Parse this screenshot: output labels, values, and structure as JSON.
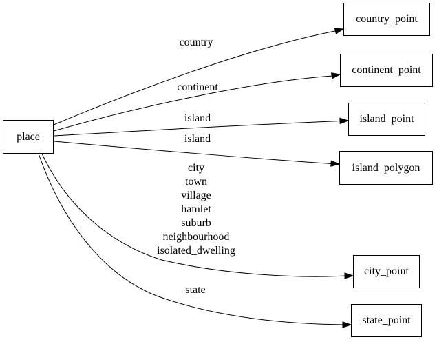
{
  "diagram": {
    "type": "directed-graph",
    "colors": {
      "background": "#ffffff",
      "node_border": "#000000",
      "node_fill": "#ffffff",
      "edge": "#000000",
      "text": "#000000"
    },
    "nodes": [
      {
        "id": "place",
        "label": "place"
      },
      {
        "id": "country_point",
        "label": "country_point"
      },
      {
        "id": "continent_point",
        "label": "continent_point"
      },
      {
        "id": "island_point",
        "label": "island_point"
      },
      {
        "id": "island_polygon",
        "label": "island_polygon"
      },
      {
        "id": "city_point",
        "label": "city_point"
      },
      {
        "id": "state_point",
        "label": "state_point"
      }
    ],
    "edges": [
      {
        "from": "place",
        "to": "country_point",
        "label": "country"
      },
      {
        "from": "place",
        "to": "continent_point",
        "label": "continent"
      },
      {
        "from": "place",
        "to": "island_point",
        "label": "island"
      },
      {
        "from": "place",
        "to": "island_polygon",
        "label": "island"
      },
      {
        "from": "place",
        "to": "city_point",
        "label_lines": [
          "city",
          "town",
          "village",
          "hamlet",
          "suburb",
          "neighbourhood",
          "isolated_dwelling"
        ]
      },
      {
        "from": "place",
        "to": "state_point",
        "label": "state"
      }
    ]
  }
}
